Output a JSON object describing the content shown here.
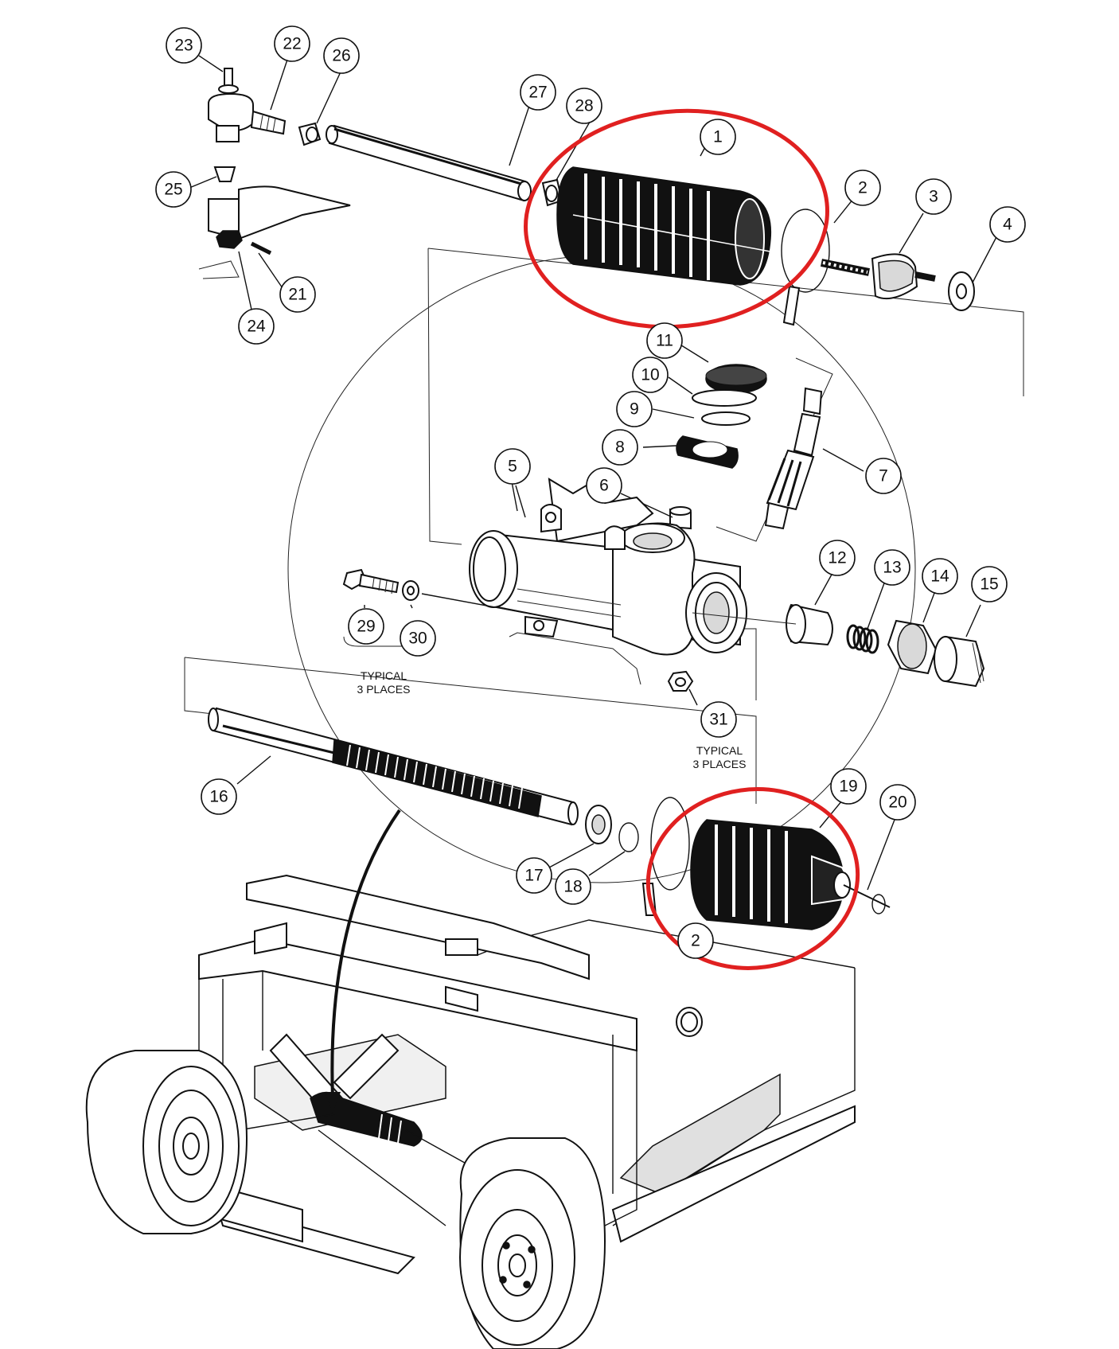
{
  "callouts": [
    {
      "id": "1"
    },
    {
      "id": "2"
    },
    {
      "id": "3"
    },
    {
      "id": "4"
    },
    {
      "id": "5"
    },
    {
      "id": "6"
    },
    {
      "id": "7"
    },
    {
      "id": "8"
    },
    {
      "id": "9"
    },
    {
      "id": "10"
    },
    {
      "id": "11"
    },
    {
      "id": "12"
    },
    {
      "id": "13"
    },
    {
      "id": "14"
    },
    {
      "id": "15"
    },
    {
      "id": "16"
    },
    {
      "id": "17"
    },
    {
      "id": "18"
    },
    {
      "id": "19"
    },
    {
      "id": "20"
    },
    {
      "id": "2"
    },
    {
      "id": "21"
    },
    {
      "id": "22"
    },
    {
      "id": "23"
    },
    {
      "id": "24"
    },
    {
      "id": "25"
    },
    {
      "id": "26"
    },
    {
      "id": "27"
    },
    {
      "id": "28"
    },
    {
      "id": "29"
    },
    {
      "id": "30"
    },
    {
      "id": "31"
    }
  ],
  "notes": {
    "typical_left_line1": "TYPICAL",
    "typical_left_line2": "3 PLACES",
    "typical_right_line1": "TYPICAL",
    "typical_right_line2": "3 PLACES"
  },
  "colors": {
    "highlight": "#e02020",
    "ink": "#111111",
    "background": "#ffffff"
  }
}
